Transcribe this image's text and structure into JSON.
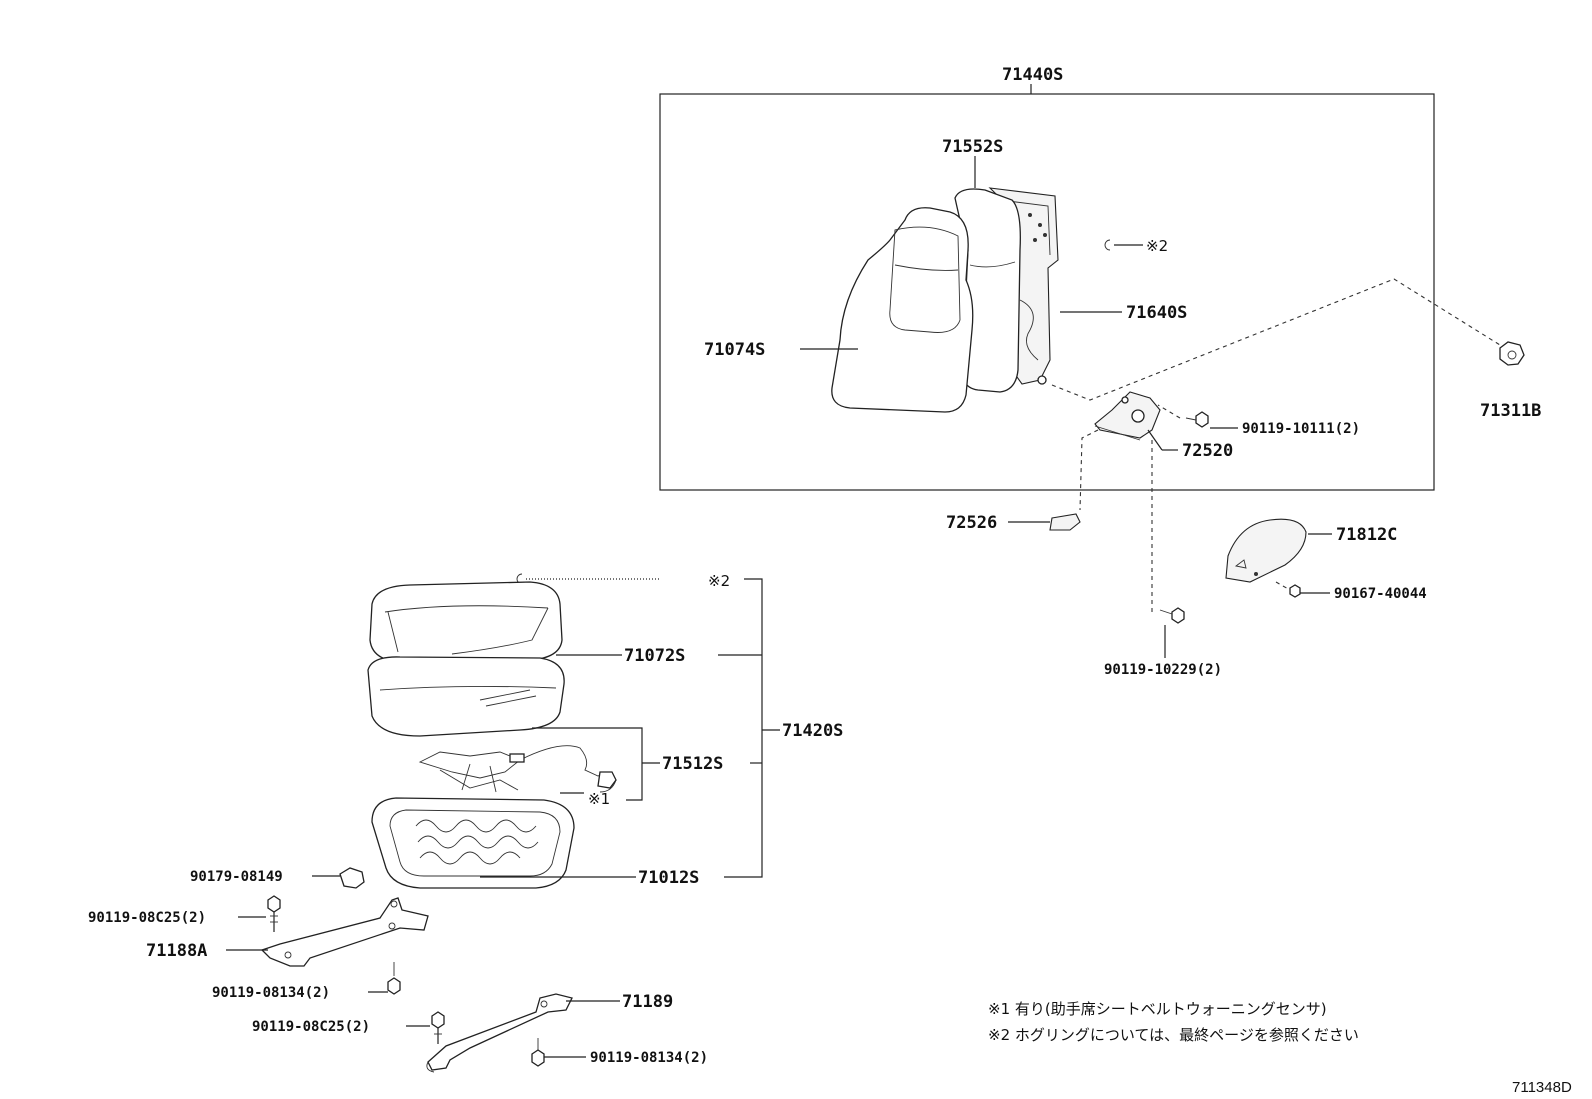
{
  "parts": {
    "p71440S": "71440S",
    "p71552S": "71552S",
    "p71074S": "71074S",
    "p71640S": "71640S",
    "p71311B": "71311B",
    "p90119_10111": "90119-10111(2)",
    "p72520": "72520",
    "p72526": "72526",
    "p71812C": "71812C",
    "p90167_40044": "90167-40044",
    "p90119_10229": "90119-10229(2)",
    "p71072S": "71072S",
    "p71420S": "71420S",
    "p71512S": "71512S",
    "p71012S": "71012S",
    "p90179_08149": "90179-08149",
    "p90119_08C25a": "90119-08C25(2)",
    "p71188A": "71188A",
    "p90119_08134a": "90119-08134(2)",
    "p71189": "71189",
    "p90119_08C25b": "90119-08C25(2)",
    "p90119_08134b": "90119-08134(2)"
  },
  "refs": {
    "ref2_top": "※2",
    "ref2_cushion": "※2",
    "ref1_sensor": "※1"
  },
  "notes": {
    "note1": "※1 有り(助手席シートベルトウォーニングセンサ)",
    "note2": "※2 ホグリングについては、最終ページを参照ください"
  },
  "diagram_code": "711348D"
}
